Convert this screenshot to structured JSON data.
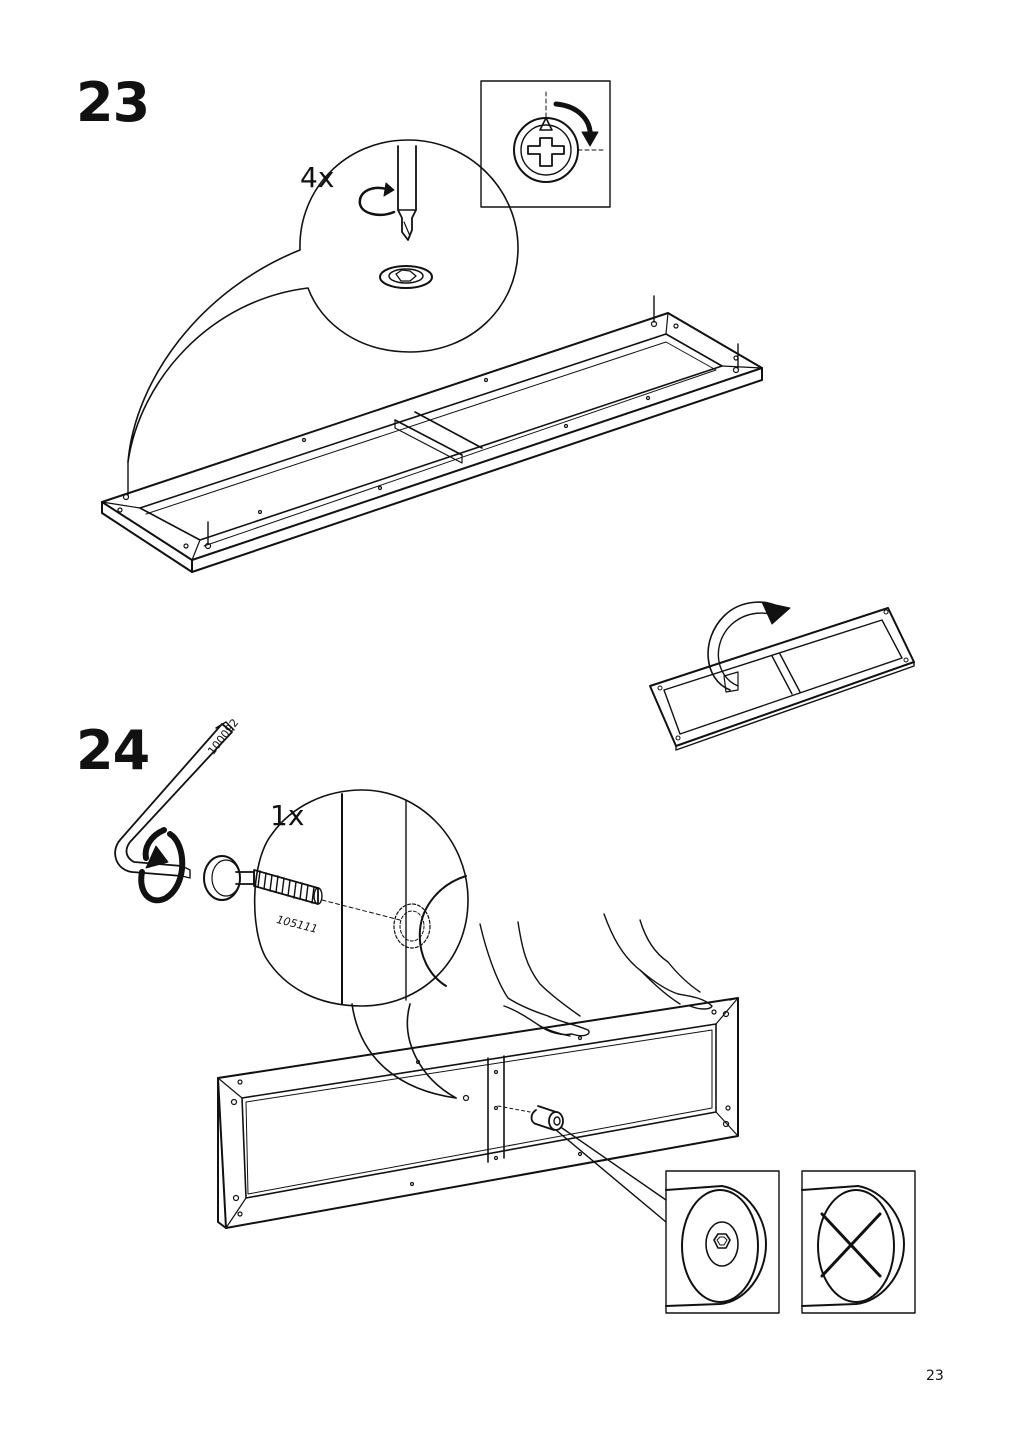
{
  "page": {
    "number": "23"
  },
  "steps": [
    {
      "number": "23",
      "quantity": "4x"
    },
    {
      "number": "24",
      "quantity": "1x",
      "tool_part": "100092",
      "bolt_part": "105111"
    }
  ],
  "colors": {
    "ink": "#111111",
    "paper": "#ffffff"
  },
  "icons": [
    "screwdriver-icon",
    "rotate-arrow-icon",
    "cam-lock-icon",
    "flip-arrow-icon",
    "allen-key-icon",
    "bolt-icon",
    "washer-icon",
    "dowel-icon",
    "hand-icon",
    "wrong-x-icon"
  ]
}
